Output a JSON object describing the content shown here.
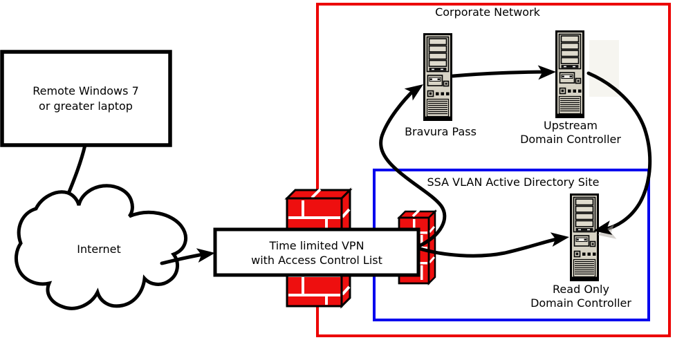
{
  "zones": {
    "corporate": {
      "label": "Corporate Network",
      "color": "#ec0000"
    },
    "ssa_vlan": {
      "label": "SSA VLAN Active Directory Site",
      "color": "#0404ee"
    }
  },
  "nodes": {
    "laptop": {
      "line1": "Remote Windows 7",
      "line2": "or greater laptop"
    },
    "internet": {
      "label": "Internet",
      "icon": "cloud-icon"
    },
    "vpn": {
      "line1": "Time limited VPN",
      "line2": "with Access Control List"
    },
    "firewall_main": {
      "icon": "firewall-icon"
    },
    "firewall_ssa": {
      "icon": "firewall-icon"
    },
    "bravura": {
      "label": "Bravura Pass",
      "icon": "server-icon"
    },
    "upstream_dc": {
      "line1": "Upstream",
      "line2": "Domain Controller",
      "icon": "server-icon"
    },
    "rodc": {
      "line1": "Read Only",
      "line2": "Domain Controller",
      "icon": "server-icon"
    }
  },
  "colors": {
    "brick": "#ee0f0f",
    "mortar": "#ffffff",
    "server_body": "#d7d3c5",
    "server_bay": "#dfdbcd",
    "arrow": "#000000"
  }
}
